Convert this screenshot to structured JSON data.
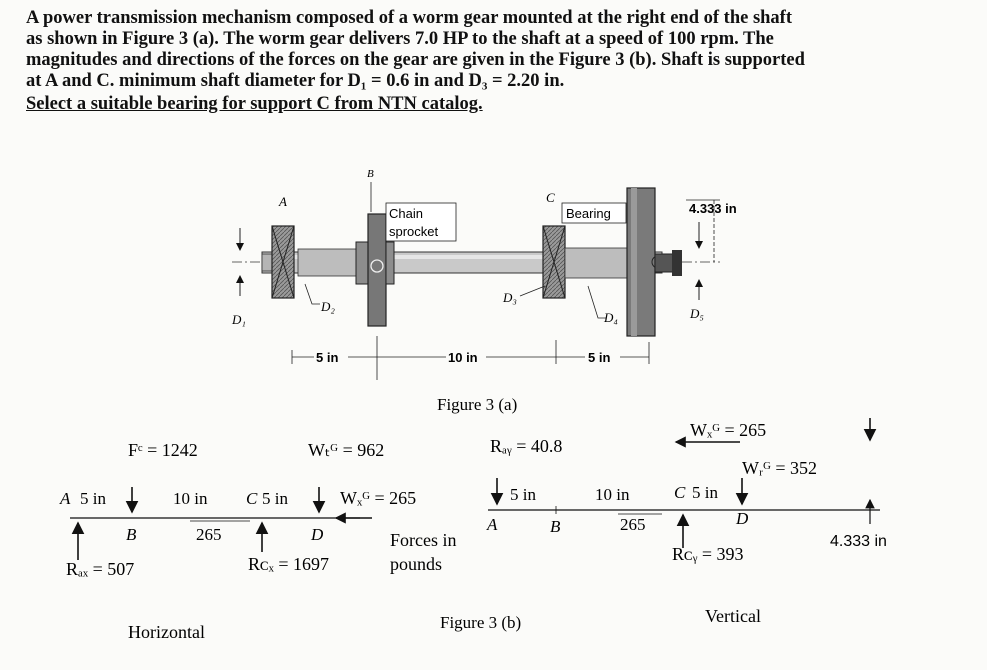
{
  "problem": {
    "lines": [
      "A power transmission mechanism composed of a worm gear mounted at the right end of the shaft",
      "as shown in Figure 3 (a). The worm gear delivers 7.0 HP to the shaft at a speed of 100 rpm. The",
      "magnitudes and directions of the forces on the gear are given in the Figure 3 (b). Shaft is supported",
      "at A and C. minimum shaft diameter for D₁ = 0.6 in and D₃ = 2.20 in."
    ],
    "requirement": "Select a suitable bearing for support C from NTN catalog."
  },
  "fig_a": {
    "caption": "Figure 3 (a)",
    "label_A": "A",
    "label_B": "B",
    "label_C": "C",
    "chain_sprocket_1": "Chain",
    "chain_sprocket_2": "sprocket",
    "bearing": "Bearing",
    "dim_4333": "4.333 in",
    "d1": "D₁",
    "d2": "D₂",
    "d3": "D₃",
    "d4": "D₄",
    "d5": "D₅",
    "dim_5in_left": "5 in",
    "dim_10in": "10 in",
    "dim_5in_right": "5 in"
  },
  "fig_b": {
    "caption": "Figure 3 (b)",
    "forces_label_1": "Forces in",
    "forces_label_2": "pounds",
    "horizontal": {
      "title": "Horizontal",
      "fc": "Fᶜ = 1242",
      "wtg": "Wₜᴳ = 962",
      "wxg": "Wₓᴳ = 265",
      "pt_A": "A",
      "pt_B": "B",
      "pt_C": "C",
      "pt_D": "D",
      "span1": "5 in",
      "span2": "10 in",
      "span3": "5 in",
      "moment_265": "265",
      "rax": "Rₐₓ = 507",
      "rcx": "Rᴄₓ = 1697"
    },
    "vertical": {
      "title": "Vertical",
      "ray": "Rₐᵧ = 40.8",
      "wxg": "Wₓᴳ = 265",
      "wrg": "Wᵣᴳ = 352",
      "pt_A": "A",
      "pt_B": "B",
      "pt_C": "C",
      "pt_D": "D",
      "span1": "5 in",
      "span2": "10 in",
      "span3": "5 in",
      "moment_265": "265",
      "rcy": "Rᴄᵧ = 393",
      "dim_4333": "4.333 in"
    }
  }
}
